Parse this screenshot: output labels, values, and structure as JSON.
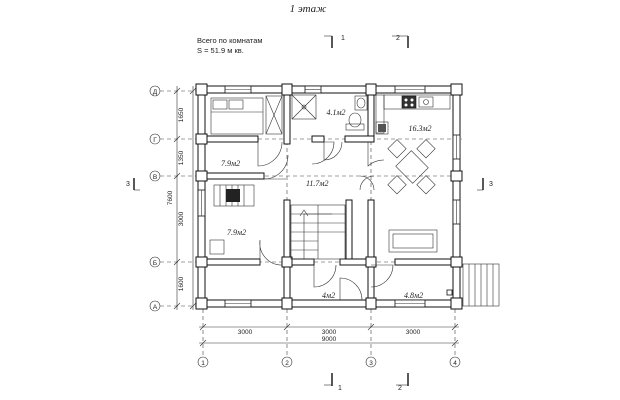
{
  "title": "1 этаж",
  "summary": {
    "line1": "Всего по комнатам",
    "line2": "S  =  51.9 м кв."
  },
  "rooms": [
    {
      "id": "bedroom",
      "area": "7.9м2"
    },
    {
      "id": "bathroom",
      "area": "4.1м2"
    },
    {
      "id": "kitchen",
      "area": "16.3м2"
    },
    {
      "id": "hall",
      "area": "11.7м2"
    },
    {
      "id": "office",
      "area": "7.9м2"
    },
    {
      "id": "vestibule",
      "area": "4м2"
    },
    {
      "id": "porch-room",
      "area": "4.8м2"
    }
  ],
  "axes_rows": [
    "Д",
    "Г",
    "В",
    "Б",
    "А"
  ],
  "axes_cols": [
    "1",
    "2",
    "3",
    "4"
  ],
  "row_dims": [
    "1650",
    "1350",
    "3000",
    "1600"
  ],
  "row_total": "7600",
  "col_dims": [
    "3000",
    "3000",
    "3000"
  ],
  "col_total": "9000",
  "sections": {
    "cut1": "1",
    "cut2": "2",
    "cut3": "3"
  }
}
